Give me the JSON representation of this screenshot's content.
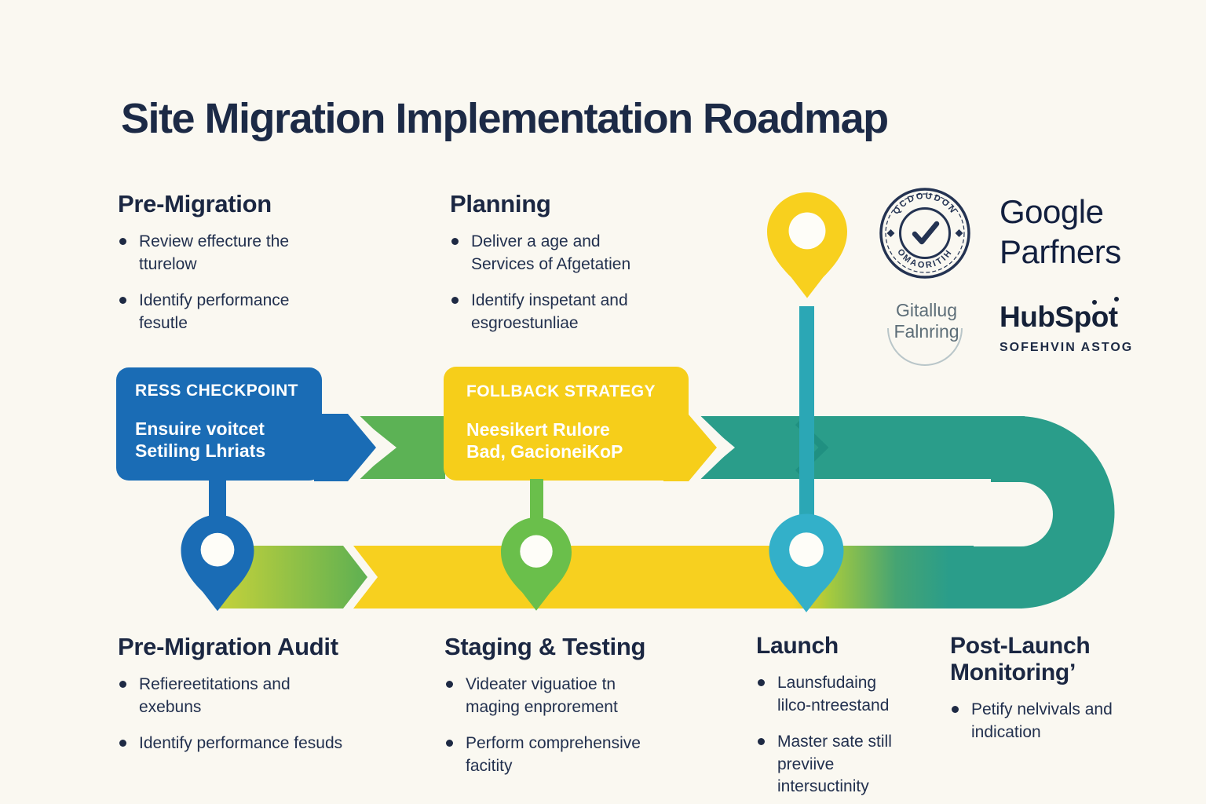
{
  "title": "Site Migration Implementation Roadmap",
  "colors": {
    "background": "#faf8f1",
    "navy": "#1d2a44",
    "blue": "#1a6cb5",
    "green": "#5cb255",
    "lime": "#aacb3c",
    "yellow": "#f6cf1c",
    "teal_band": "#2a9d8a",
    "pin_teal": "#33b0c9",
    "pin_green": "#6abf4b",
    "stem_teal": "#2ba7b5"
  },
  "top_sections": [
    {
      "heading": "Pre-Migration",
      "bullets": [
        "Review effecture the tturelow",
        "Identify performance fesutle"
      ]
    },
    {
      "heading": "Planning",
      "bullets": [
        "Deliver a age and Services of Afgetatien",
        "Identify inspetant and esgroestunliae"
      ]
    }
  ],
  "callouts": [
    {
      "title": "RESS CHECKPOINT",
      "line1": "Ensuire voitcet",
      "line2": "Setiling Lhriats"
    },
    {
      "title": "FOLLBACK STRATEGY",
      "line1": "Neesikert Rulore",
      "line2": "Bad, GacioneiKoP"
    }
  ],
  "bottom_sections": [
    {
      "heading": "Pre-Migration Audit",
      "bullets": [
        "Refiereetitations and exebuns",
        "Identify performance fesuds"
      ]
    },
    {
      "heading": "Staging & Testing",
      "bullets": [
        "Videater viguatioe tn maging enprorement",
        "Perform comprehensive facitity"
      ]
    },
    {
      "heading": "Launch",
      "bullets": [
        "Launsfudaing lilco-ntreestand",
        "Master sate still previive intersuctinity"
      ]
    },
    {
      "heading": "Post-Launch Monitoring’",
      "bullets": [
        "Petify nelvivals and indication"
      ]
    }
  ],
  "logos": {
    "badge": {
      "top_text": "QCDOUDON",
      "bottom_text": "OMAORITIH"
    },
    "google": {
      "line1": "Google",
      "line2": "Parfners"
    },
    "seal": {
      "line1": "Gitallug",
      "line2": "Falnring"
    },
    "hubspot": {
      "name": "HubSpot",
      "subtext": "SOFEHVIN ASTOG"
    }
  }
}
